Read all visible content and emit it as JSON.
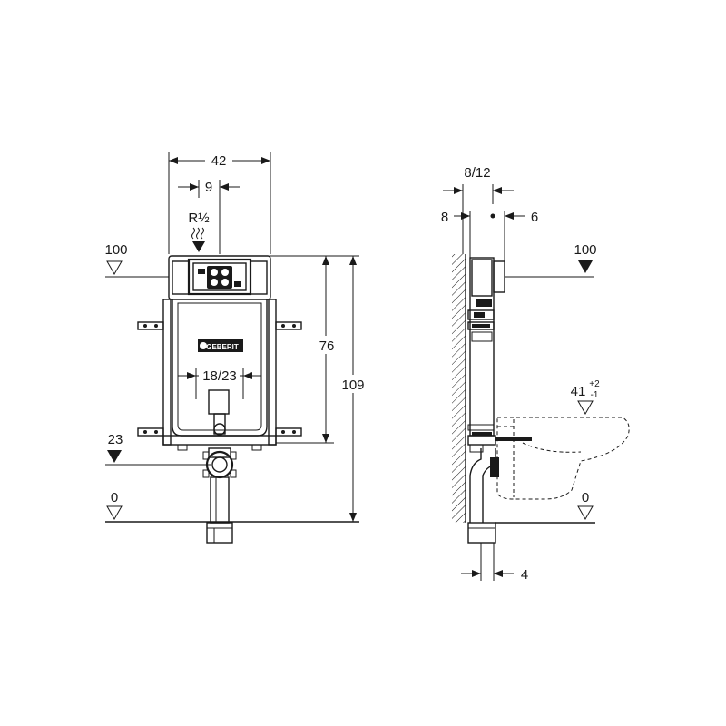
{
  "front_view": {
    "width_label": "42",
    "pipe_offset_label": "9",
    "connection_label": "R½",
    "flush_opening_label": "18/23",
    "frame_height_label": "76",
    "total_height_label": "109",
    "level_top_label": "100",
    "level_drain_label": "23",
    "level_floor_label": "0",
    "brand_plate_label": "GEBERIT"
  },
  "side_view": {
    "depth_range_label": "8/12",
    "wall_gap_label": "8",
    "front_offset_label": "6",
    "pipe_offset_label": "4",
    "level_top_label": "100",
    "bowl_height_label": "41",
    "bowl_tolerance_plus": "+2",
    "bowl_tolerance_minus": "-1",
    "level_floor_label": "0"
  }
}
